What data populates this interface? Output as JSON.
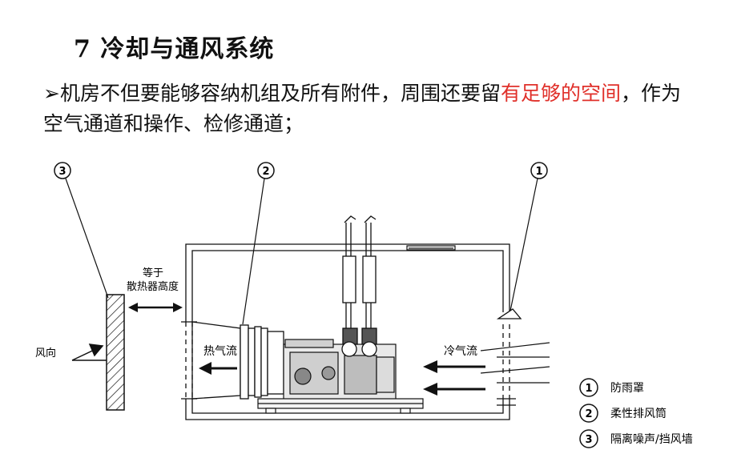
{
  "title": "7 冷却与通风系统",
  "bullet": {
    "marker": "➢",
    "part1": "机房不但要能够容纳机组及所有附件，周围还要留",
    "highlight": "有足够的空间",
    "part2": "，作为空气通道和操作、检修通道；",
    "highlight_color": "#e0302a"
  },
  "diagram": {
    "callouts": [
      "3",
      "2",
      "1"
    ],
    "labels": {
      "height_line1": "等于",
      "height_line2": "散热器高度",
      "wind_direction": "风向",
      "hot_air": "热气流",
      "cold_air": "冷气流"
    },
    "legend": [
      {
        "num": "1",
        "text": "防雨罩"
      },
      {
        "num": "2",
        "text": "柔性排风筒"
      },
      {
        "num": "3",
        "text": "隔离噪声/挡风墙"
      }
    ]
  }
}
